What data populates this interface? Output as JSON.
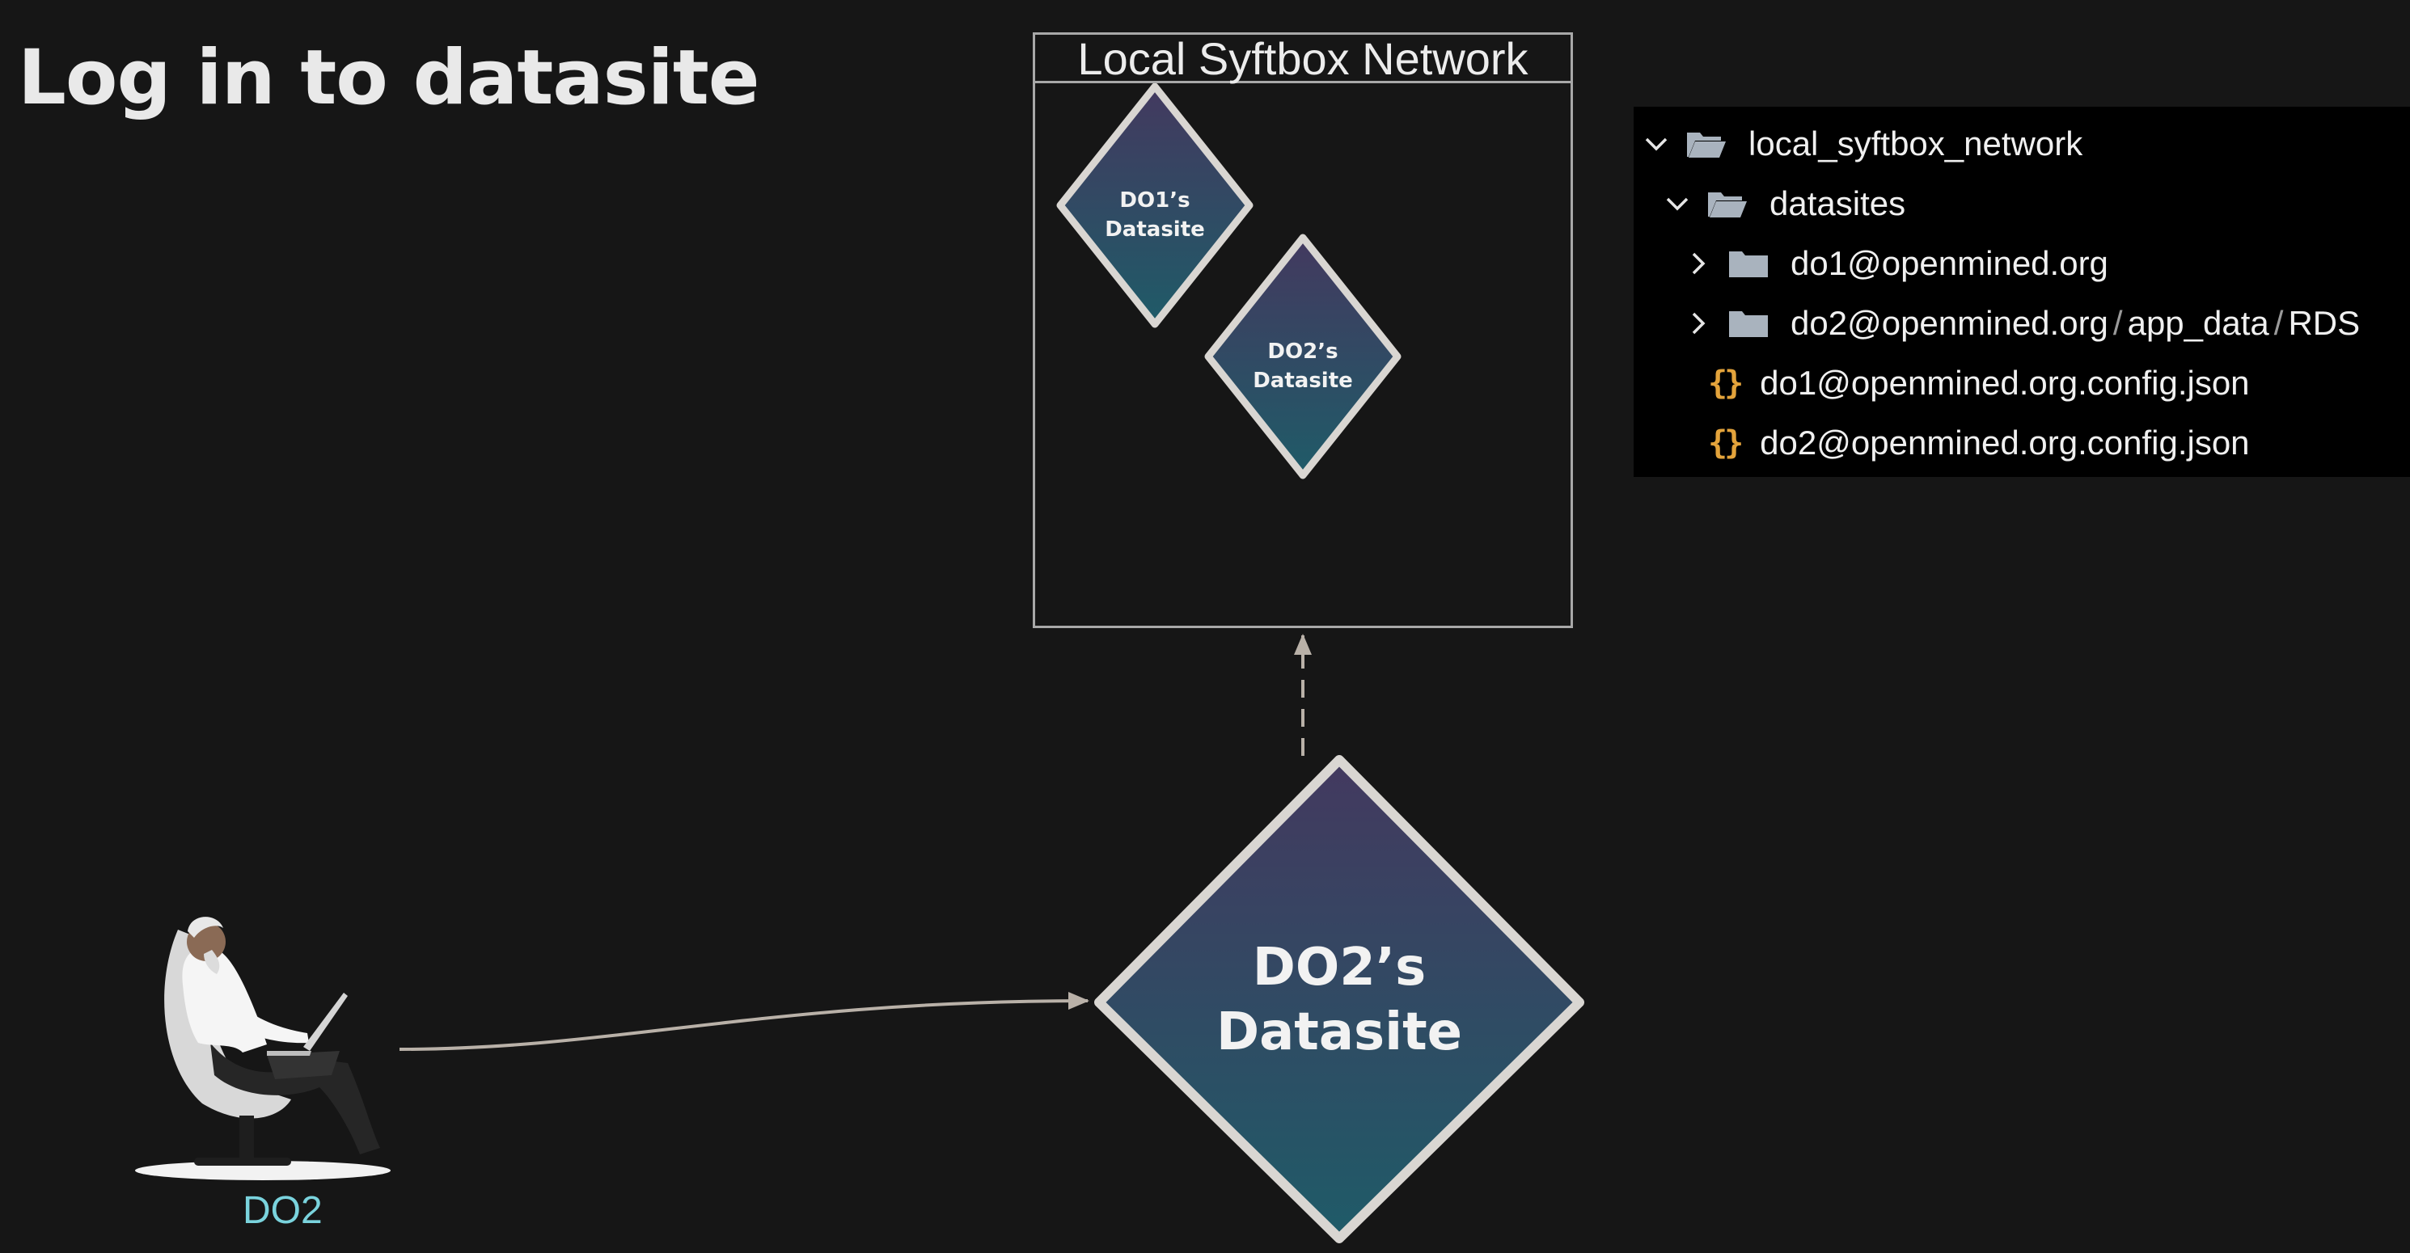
{
  "slide": {
    "title": "Log in to datasite"
  },
  "network": {
    "title": "Local Syftbox Network",
    "datasites": [
      {
        "line1": "DO1’s",
        "line2": "Datasite"
      },
      {
        "line1": "DO2’s",
        "line2": "Datasite"
      }
    ]
  },
  "main_datasite": {
    "line1": "DO2’s",
    "line2": "Datasite"
  },
  "user": {
    "label": "DO2"
  },
  "file_tree": {
    "root": "local_syftbox_network",
    "datasites_folder": "datasites",
    "do1_folder": "do1@openmined.org",
    "do2_folder": {
      "part1": "do2@openmined.org",
      "part2": "app_data",
      "part3": "RDS",
      "separator": "/"
    },
    "do1_config": "do1@openmined.org.config.json",
    "do2_config": "do2@openmined.org.config.json"
  },
  "colors": {
    "background": "#161616",
    "diamond_top": "#43395f",
    "diamond_bottom": "#1f5b68",
    "diamond_border": "#d9d6d2",
    "arrow": "#b9b1a8",
    "user_label": "#7ad3dd",
    "json_icon": "#e3a33b",
    "folder_icon": "#a9b3be"
  }
}
